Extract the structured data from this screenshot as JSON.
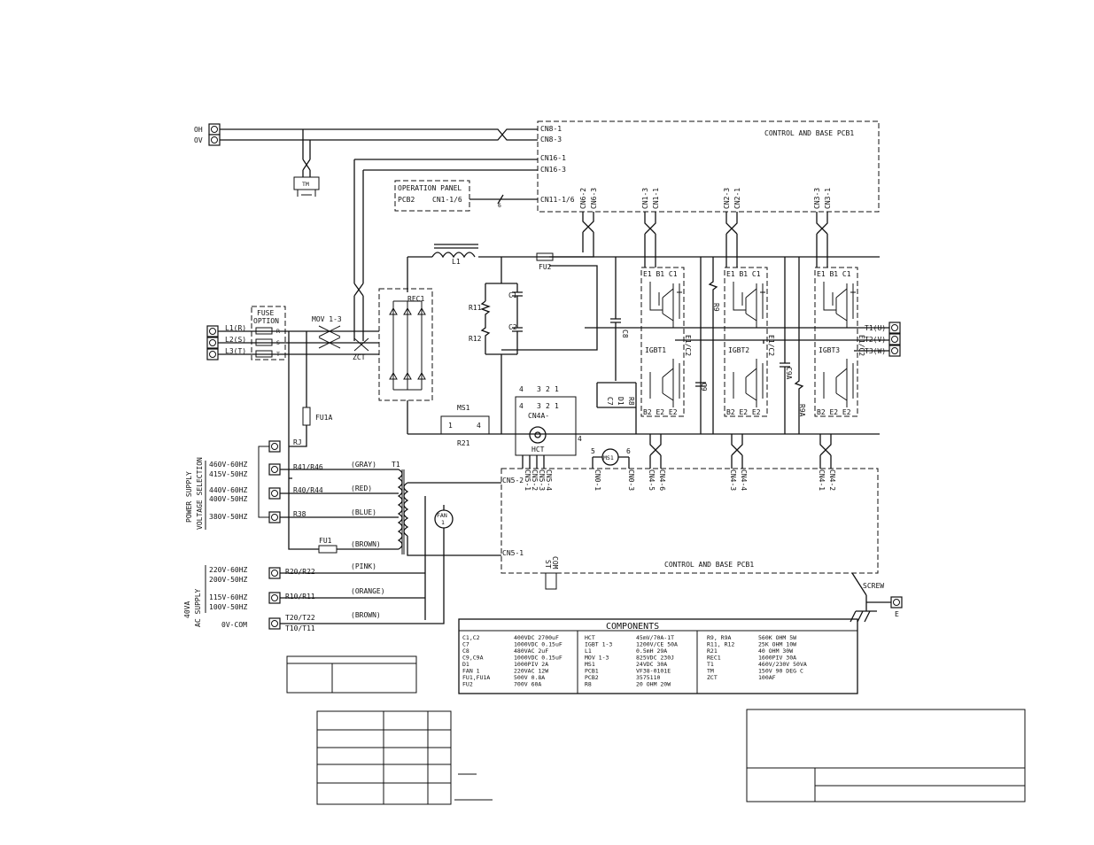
{
  "pcb1_top_title": "CONTROL AND BASE PCB1",
  "pcb1_bottom_title": "CONTROL AND BASE PCB1",
  "top_terminals": [
    "OH",
    "OV"
  ],
  "cn_top": [
    "CN8-1",
    "CN8-3",
    "CN16-1",
    "CN16-3",
    "CN11-1/6"
  ],
  "operation_panel": {
    "title": "OPERATION PANEL",
    "pcb": "PCB2",
    "connector": "CN1-1/6",
    "wire_count": "6"
  },
  "thermo": "TM",
  "upper_connectors": [
    "CN6-2",
    "CN6-3",
    "CN1-3",
    "CN1-1",
    "CN2-3",
    "CN2-1",
    "CN3-3",
    "CN3-1"
  ],
  "input_terminals": [
    "L1(R)",
    "L2(S)",
    "L3(T)"
  ],
  "fuse_option": [
    "FUSE",
    "OPTION"
  ],
  "fuse_phase": [
    "R",
    "S",
    "T"
  ],
  "mov": "MOV 1-3",
  "zct": "ZCT",
  "rec": "REC1",
  "inductor": "L1",
  "fuse2": "FU2",
  "caps": [
    "C1",
    "C2",
    "C8",
    "C9",
    "C9A"
  ],
  "resistors": [
    "R11",
    "R12",
    "R9",
    "R9A",
    "R8",
    "R21"
  ],
  "ms1": {
    "label": "MS1",
    "pins": [
      "1",
      "4"
    ]
  },
  "cn4a": {
    "label": "CN4A-",
    "pins_top": [
      "4",
      "3",
      "2",
      "1"
    ],
    "pins_inner": [
      "4",
      "3",
      "2",
      "1"
    ],
    "hct": "HCT",
    "side": "4"
  },
  "d1": "D1",
  "c7": "C7",
  "igbt": [
    {
      "name": "IGBT1",
      "top": "E1 B1 C1",
      "bottom": "B2 E2 E2",
      "side": "E1/C2"
    },
    {
      "name": "IGBT2",
      "top": "E1 B1 C1",
      "bottom": "B2 E2 E2",
      "side": "E1/C2"
    },
    {
      "name": "IGBT3",
      "top": "E1 B1 C1",
      "bottom": "B2 E2 E2",
      "side": "E1/C2"
    }
  ],
  "output_terminals": [
    "T1(U)",
    "T2(V)",
    "T3(W)"
  ],
  "lower_connectors": [
    "CN4-5",
    "CN4-6",
    "CN4-3",
    "CN4-4",
    "CN4-1",
    "CN4-2"
  ],
  "cn5_pins": [
    "CN5-1",
    "CN5-2",
    "CN5-3",
    "CN5-4"
  ],
  "cn0": [
    "CN0-1",
    "CN0-3"
  ],
  "ms1_coil": {
    "label": "MS1",
    "pins": [
      "5",
      "6"
    ]
  },
  "cn5_left": [
    "CN5-2",
    "CN5-1"
  ],
  "fu1a": "FU1A",
  "fu1": "FU1",
  "transformer": "T1",
  "fan": {
    "label": "FAN",
    "num": "1"
  },
  "ps_title": [
    "POWER SUPPLY",
    "VOLTAGE SELECTION"
  ],
  "ps_terminals": [
    "RJ",
    "R41/R46",
    "R40/R44",
    "R38"
  ],
  "ps_voltages": [
    "460V-60HZ",
    "415V-50HZ",
    "440V-60HZ",
    "400V-50HZ",
    "380V-50HZ"
  ],
  "wire_colors": [
    "(GRAY)",
    "(RED)",
    "(BLUE)",
    "(BROWN)",
    "(PINK)",
    "(ORANGE)",
    "(BROWN)"
  ],
  "ac_title": [
    "40VA",
    "AC SUPPLY"
  ],
  "ac_voltages": [
    "220V-60HZ",
    "200V-50HZ",
    "115V-60HZ",
    "100V-50HZ",
    "0V-COM"
  ],
  "ac_terminals": [
    "R20/R22",
    "R10/R11",
    "T20/T22",
    "T10/T11"
  ],
  "st_com": [
    "ST",
    "COM"
  ],
  "screw": "SCREW",
  "earth": "E",
  "components_title": "COMPONENTS",
  "components": [
    [
      [
        "C1,C2",
        "400VDC 2700uF"
      ],
      [
        "C7",
        "1000VDC 0.15uF"
      ],
      [
        "C8",
        "480VAC 2uF"
      ],
      [
        "C9,C9A",
        "1000VDC 0.15uF"
      ],
      [
        "D1",
        "1000PIV 2A"
      ],
      [
        "FAN 1",
        "220VAC 12W"
      ],
      [
        "FU1,FU1A",
        "500V 0.8A"
      ],
      [
        "FU2",
        "700V 60A"
      ]
    ],
    [
      [
        "HCT",
        "45mV/70A-1T"
      ],
      [
        "IGBT 1-3",
        "1200V/CE 50A"
      ],
      [
        "L1",
        "0.5mH 29A"
      ],
      [
        "MOV 1-3",
        "825VDC 230J"
      ],
      [
        "MS1",
        "24VDC 30A"
      ],
      [
        "PCB1",
        "VF38-0101E"
      ],
      [
        "PCB2",
        "3575110"
      ],
      [
        "R8",
        "20 OHM 20W"
      ]
    ],
    [
      [
        "R9, R9A",
        "560K OHM 5W"
      ],
      [
        "R11, R12",
        "25K OHM 10W"
      ],
      [
        "R21",
        "40 OHM 30W"
      ],
      [
        "REC1",
        "1600PIV 30A"
      ],
      [
        "T1",
        "460V/230V 50VA"
      ],
      [
        "TM",
        "150V 90 DEG C"
      ],
      [
        "ZCT",
        "100AF"
      ]
    ]
  ]
}
